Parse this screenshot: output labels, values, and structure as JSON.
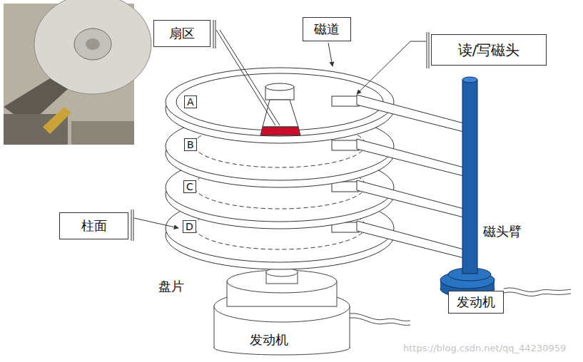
{
  "diagram": {
    "nodes": [
      {
        "text": [
          "扇区"
        ]
      },
      {
        "text": [
          "磁道"
        ]
      },
      {
        "text": [
          "读/写磁头"
        ]
      },
      {
        "text": [
          "柱面"
        ]
      },
      {
        "text": [
          "发动机"
        ]
      }
    ],
    "labels": [
      "A",
      "B",
      "C",
      "D",
      "磁头臂",
      "盘片",
      "发动机",
      "https://blog.csdn.net/qq_44230959"
    ]
  }
}
